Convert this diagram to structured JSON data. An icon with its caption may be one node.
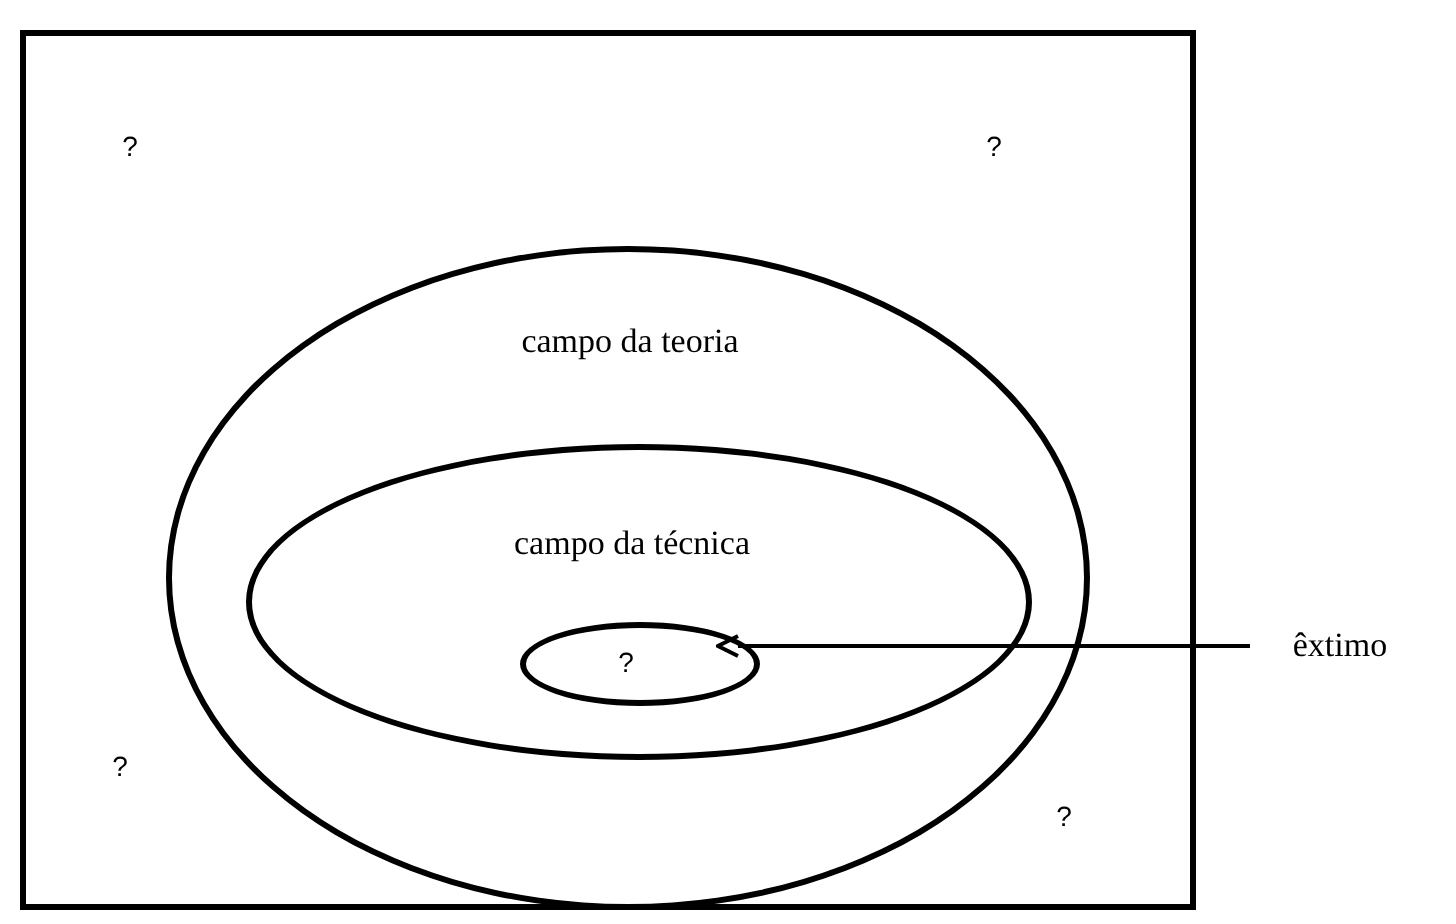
{
  "diagram": {
    "nodes": [
      {
        "text": [],
        "shape": "box"
      },
      {
        "text": [
          "campo da teoria"
        ],
        "in": 0
      },
      {
        "text": [
          "campo da técnica"
        ],
        "in": 1
      },
      {
        "text": [
          "?"
        ],
        "in": 2
      },
      {
        "text": [
          "êxtimo"
        ]
      }
    ],
    "edges": [
      {
        "from": 4,
        "to": 3,
        "arrow": "to"
      }
    ],
    "labels": [
      "?",
      "?",
      "?",
      "?"
    ]
  }
}
